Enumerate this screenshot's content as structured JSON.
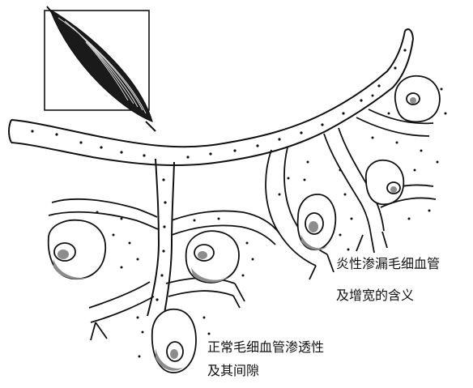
{
  "labels": {
    "inflamed_line1": "炎性渗漏毛细血管",
    "inflamed_line2": "及增宽的含义",
    "normal_line1": "正常毛细血管渗透性",
    "normal_line2": "及其间隙"
  },
  "colors": {
    "ink": "#111111",
    "paper": "#ffffff",
    "shade": "#8c8c8c"
  }
}
